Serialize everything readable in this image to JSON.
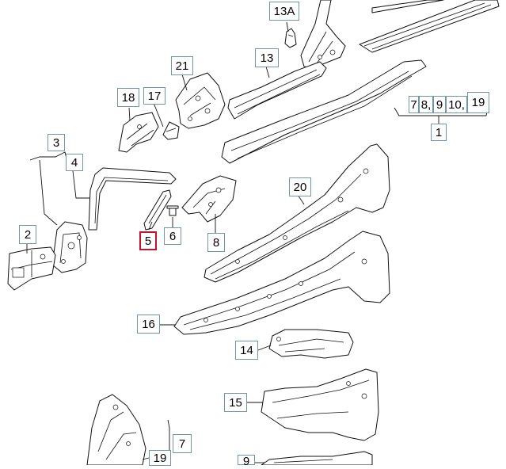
{
  "diagram": {
    "callouts": [
      {
        "id": "c13A",
        "label": "13A",
        "highlight": false
      },
      {
        "id": "c13",
        "label": "13",
        "highlight": false
      },
      {
        "id": "c21",
        "label": "21",
        "highlight": false
      },
      {
        "id": "c18",
        "label": "18",
        "highlight": false
      },
      {
        "id": "c17",
        "label": "17",
        "highlight": false
      },
      {
        "id": "c3",
        "label": "3",
        "highlight": false
      },
      {
        "id": "c4",
        "label": "4",
        "highlight": false
      },
      {
        "id": "c2",
        "label": "2",
        "highlight": false
      },
      {
        "id": "c5",
        "label": "5",
        "highlight": true
      },
      {
        "id": "c6",
        "label": "6",
        "highlight": false
      },
      {
        "id": "c8",
        "label": "8",
        "highlight": false
      },
      {
        "id": "c20",
        "label": "20",
        "highlight": false
      },
      {
        "id": "c7a",
        "label": "7",
        "highlight": false
      },
      {
        "id": "c8b",
        "label": "8,",
        "highlight": false
      },
      {
        "id": "c9a",
        "label": "9",
        "highlight": false
      },
      {
        "id": "c10",
        "label": "10,",
        "highlight": false
      },
      {
        "id": "c19a",
        "label": "19",
        "highlight": false
      },
      {
        "id": "c1",
        "label": "1",
        "highlight": false
      },
      {
        "id": "c16",
        "label": "16",
        "highlight": false
      },
      {
        "id": "c14",
        "label": "14",
        "highlight": false
      },
      {
        "id": "c15",
        "label": "15",
        "highlight": false
      },
      {
        "id": "c7b",
        "label": "7",
        "highlight": false
      },
      {
        "id": "c19b",
        "label": "19",
        "highlight": false
      },
      {
        "id": "c9b",
        "label": "9",
        "highlight": false
      }
    ],
    "colors": {
      "callout_border": "#6f97a8",
      "highlight_border": "#c8102e",
      "line": "#111111"
    }
  }
}
